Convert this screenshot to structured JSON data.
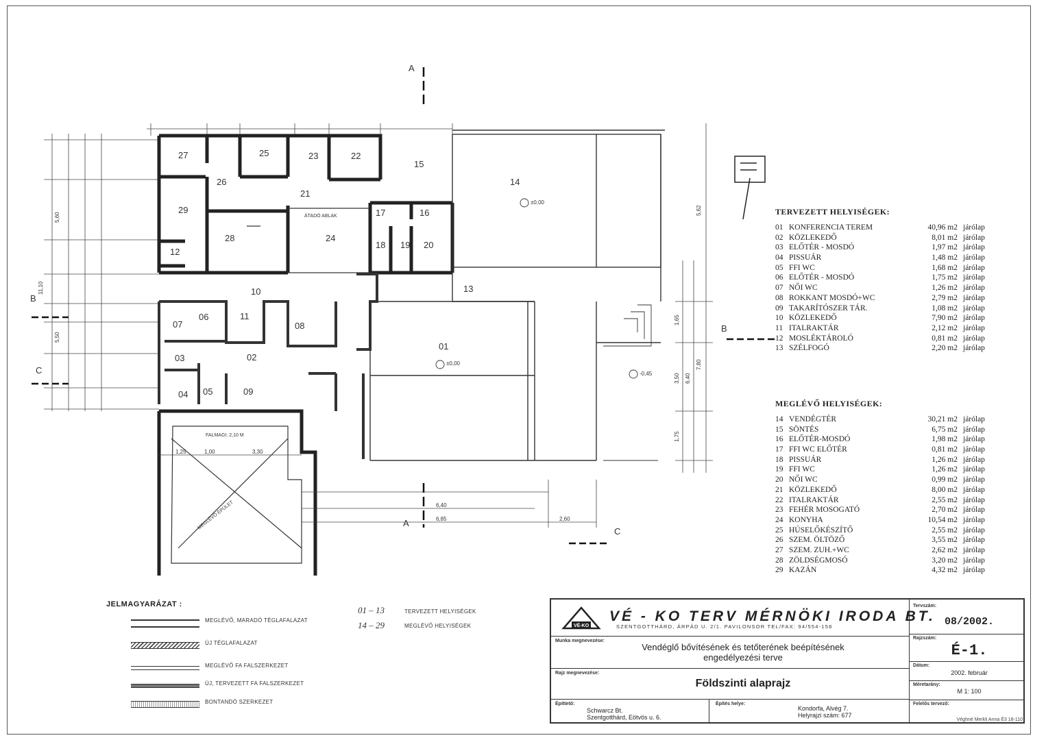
{
  "section_markers": [
    "A",
    "A",
    "B",
    "B",
    "C",
    "C"
  ],
  "room_labels": [
    "01",
    "02",
    "03",
    "04",
    "05",
    "06",
    "07",
    "08",
    "09",
    "10",
    "11",
    "12",
    "13",
    "14",
    "15",
    "16",
    "17",
    "18",
    "19",
    "20",
    "21",
    "22",
    "23",
    "24",
    "25",
    "26",
    "27",
    "28",
    "29"
  ],
  "plan_notes": {
    "atado_ablak": "ÁTADÓ ABLAK",
    "falmag": "FALMAGI: 2,10 M",
    "meglevo_epulet": "MEGLÉVŐ ÉPÜLET",
    "elev_main": "±0,00",
    "elev_dining": "±0,00",
    "elev_outside": "-0,45"
  },
  "dimensions": {
    "left_total": "11,10",
    "left_a": "5,60",
    "left_b": "5,50",
    "right_a": "5,62",
    "right_b": "7,80",
    "bottom_a": "6,40",
    "bottom_b": "6,85",
    "bottom_c": "2,60",
    "bottom_d": "3,30",
    "bottom_e": "1,25",
    "bottom_f": "1,00",
    "right_c": "6,40",
    "right_d": "3,50",
    "right_e": "1,75",
    "right_f": "1,65"
  },
  "planned_rooms": {
    "title": "TERVEZETT HELYISÉGEK:",
    "rows": [
      {
        "no": "01",
        "name": "KONFERENCIA TEREM",
        "area": "40,96 m2",
        "floor": "járólap"
      },
      {
        "no": "02",
        "name": "KÖZLEKEDŐ",
        "area": "8,01 m2",
        "floor": "járólap"
      },
      {
        "no": "03",
        "name": "ELŐTÉR - MOSDÓ",
        "area": "1,97 m2",
        "floor": "járólap"
      },
      {
        "no": "04",
        "name": "PISSUÁR",
        "area": "1,48 m2",
        "floor": "járólap"
      },
      {
        "no": "05",
        "name": "FFI WC",
        "area": "1,68 m2",
        "floor": "járólap"
      },
      {
        "no": "06",
        "name": "ELŐTÉR - MOSDÓ",
        "area": "1,75 m2",
        "floor": "járólap"
      },
      {
        "no": "07",
        "name": "NŐI WC",
        "area": "1,26 m2",
        "floor": "járólap"
      },
      {
        "no": "08",
        "name": "ROKKANT MOSDÓ+WC",
        "area": "2,79 m2",
        "floor": "járólap"
      },
      {
        "no": "09",
        "name": "TAKARÍTÓSZER TÁR.",
        "area": "1,08 m2",
        "floor": "járólap"
      },
      {
        "no": "10",
        "name": "KÖZLEKEDŐ",
        "area": "7,90 m2",
        "floor": "járólap"
      },
      {
        "no": "11",
        "name": "ITALRAKTÁR",
        "area": "2,12 m2",
        "floor": "járólap"
      },
      {
        "no": "12",
        "name": "MOSLÉKTÁROLÓ",
        "area": "0,81 m2",
        "floor": "járólap"
      },
      {
        "no": "13",
        "name": "SZÉLFOGÓ",
        "area": "2,20 m2",
        "floor": "járólap"
      }
    ]
  },
  "existing_rooms": {
    "title": "MEGLÉVŐ HELYISÉGEK:",
    "rows": [
      {
        "no": "14",
        "name": "VENDÉGTÉR",
        "area": "30,21 m2",
        "floor": "járólap"
      },
      {
        "no": "15",
        "name": "SÖNTÉS",
        "area": "6,75 m2",
        "floor": "járólap"
      },
      {
        "no": "16",
        "name": "ELŐTÉR-MOSDÓ",
        "area": "1,98 m2",
        "floor": "járólap"
      },
      {
        "no": "17",
        "name": "FFI WC ELŐTÉR",
        "area": "0,81 m2",
        "floor": "járólap"
      },
      {
        "no": "18",
        "name": "PISSUÁR",
        "area": "1,26 m2",
        "floor": "járólap"
      },
      {
        "no": "19",
        "name": "FFI WC",
        "area": "1,26 m2",
        "floor": "járólap"
      },
      {
        "no": "20",
        "name": "NŐI WC",
        "area": "0,99 m2",
        "floor": "járólap"
      },
      {
        "no": "21",
        "name": "KÖZLEKEDŐ",
        "area": "8,00 m2",
        "floor": "járólap"
      },
      {
        "no": "22",
        "name": "ITALRAKTÁR",
        "area": "2,55 m2",
        "floor": "járólap"
      },
      {
        "no": "23",
        "name": "FEHÉR MOSOGATÓ",
        "area": "2,70 m2",
        "floor": "járólap"
      },
      {
        "no": "24",
        "name": "KONYHA",
        "area": "10,54 m2",
        "floor": "járólap"
      },
      {
        "no": "25",
        "name": "HÚSELŐKÉSZÍTŐ",
        "area": "2,55 m2",
        "floor": "járólap"
      },
      {
        "no": "26",
        "name": "SZEM. ÖLTÖZŐ",
        "area": "3,55 m2",
        "floor": "járólap"
      },
      {
        "no": "27",
        "name": "SZEM. ZUH.+WC",
        "area": "2,62 m2",
        "floor": "járólap"
      },
      {
        "no": "28",
        "name": "ZÖLDSÉGMOSÓ",
        "area": "3,20 m2",
        "floor": "járólap"
      },
      {
        "no": "29",
        "name": "KAZÁN",
        "area": "4,32 m2",
        "floor": "járólap"
      }
    ]
  },
  "legend": {
    "title": "JELMAGYARÁZAT :",
    "items": [
      "MEGLÉVŐ, MARADÓ TÉGLAFALAZAT",
      "ÚJ TÉGLAFALAZAT",
      "MEGLÉVŐ FA FALSZERKEZET",
      "ÚJ, TERVEZETT FA FALSZERKEZET",
      "BONTANDÓ SZERKEZET"
    ],
    "range_planned": "01 – 13",
    "range_planned_label": "TERVEZETT HELYISÉGEK",
    "range_existing": "14 – 29",
    "range_existing_label": "MEGLÉVŐ HELYISÉGEK"
  },
  "title_block": {
    "firm": "VÉ - KO TERV MÉRNÖKI IRODA BT.",
    "firm_address": "SZENTGOTTHÁRD, ÁRPÁD U. 2/1. PAVILONSOR TEL/FAX: 94/554-158",
    "logo_text": "VÉ-KO",
    "work_label": "Munka megnevezése:",
    "work_value_1": "Vendéglő bővítésének és tetőterének beépítésének",
    "work_value_2": "engedélyezési terve",
    "drawing_label": "Rajz megnevezése:",
    "drawing_value": "Földszinti alaprajz",
    "builder_label": "Építtető:",
    "builder_1": "Schwarcz Bt.",
    "builder_2": "Szentgotthárd, Eötvös u. 6.",
    "site_label": "Építés helye:",
    "site_1": "Kondorfa, Alvég 7.",
    "site_2": "Helyrajzi szám: 677",
    "plan_no_label": "Tervszám:",
    "plan_no": "08/2002.",
    "sheet_no_label": "Rajzszám:",
    "sheet_no": "É-1.",
    "date_label": "Dátum:",
    "date": "2002. február",
    "scale_label": "Méretarány:",
    "scale": "M 1: 100",
    "designer_label": "Felelős tervező:",
    "designer_note": "Véghné Merkli Anna  É3 18-110"
  }
}
